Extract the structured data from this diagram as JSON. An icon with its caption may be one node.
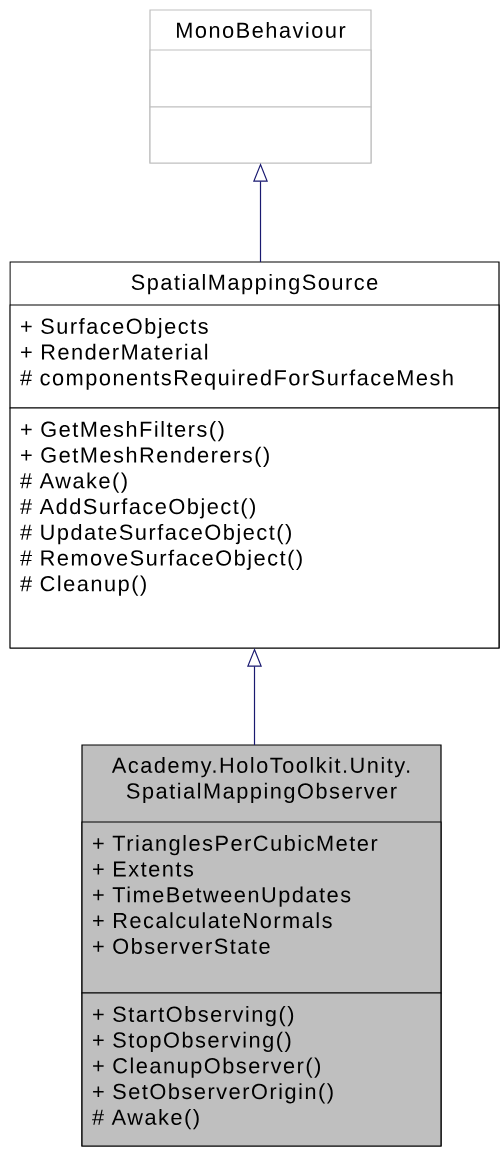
{
  "diagram": {
    "nodes": [
      {
        "text": [
          "MonoBehaviour"
        ]
      },
      {
        "text": [],
        "shape": "box",
        "in": 0
      },
      {
        "text": [],
        "shape": "box",
        "in": 0
      },
      {
        "text": [
          "SpatialMappingSource"
        ]
      },
      {
        "text": [
          "+ SurfaceObjects",
          "+ RenderMaterial",
          "# componentsRequiredForSurfaceMesh"
        ],
        "in": 3
      },
      {
        "text": [
          "+ GetMeshFilters()",
          "+ GetMeshRenderers()",
          "# Awake()",
          "# AddSurfaceObject()",
          "# UpdateSurfaceObject()",
          "# RemoveSurfaceObject()",
          "# Cleanup()"
        ],
        "in": 3
      },
      {
        "text": [
          "Academy.HoloToolkit.Unity. SpatialMappingObserver"
        ]
      },
      {
        "text": [
          "+ TrianglesPerCubicMeter",
          "+ Extents",
          "+ TimeBetweenUpdates",
          "+ RecalculateNormals",
          "+ ObserverState"
        ],
        "in": 6
      },
      {
        "text": [
          "+ StartObserving()",
          "+ StopObserving()",
          "+ CleanupObserver()",
          "+ SetObserverOrigin()",
          "# Awake()"
        ],
        "in": 6
      }
    ],
    "edges": [
      {
        "from": 3,
        "to": 0,
        "arrow": "to"
      },
      {
        "from": 6,
        "to": 3,
        "arrow": "to"
      }
    ]
  }
}
